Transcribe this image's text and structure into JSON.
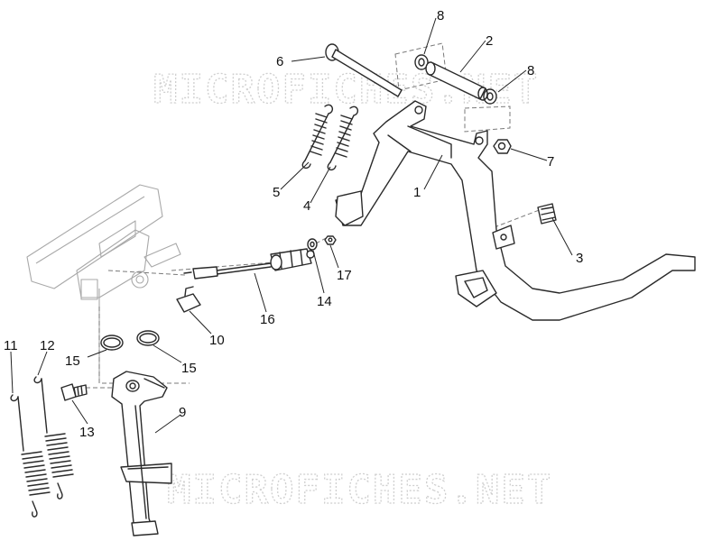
{
  "watermarks": [
    "MICROFICHES.NET",
    "MICROFICHES.NET"
  ],
  "callouts": {
    "c1": "1",
    "c2": "2",
    "c3": "3",
    "c4": "4",
    "c5": "5",
    "c6": "6",
    "c7": "7",
    "c8a": "8",
    "c8b": "8",
    "c9": "9",
    "c10": "10",
    "c11": "11",
    "c12": "12",
    "c13": "13",
    "c14": "14",
    "c15a": "15",
    "c15b": "15",
    "c16": "16",
    "c17": "17"
  }
}
